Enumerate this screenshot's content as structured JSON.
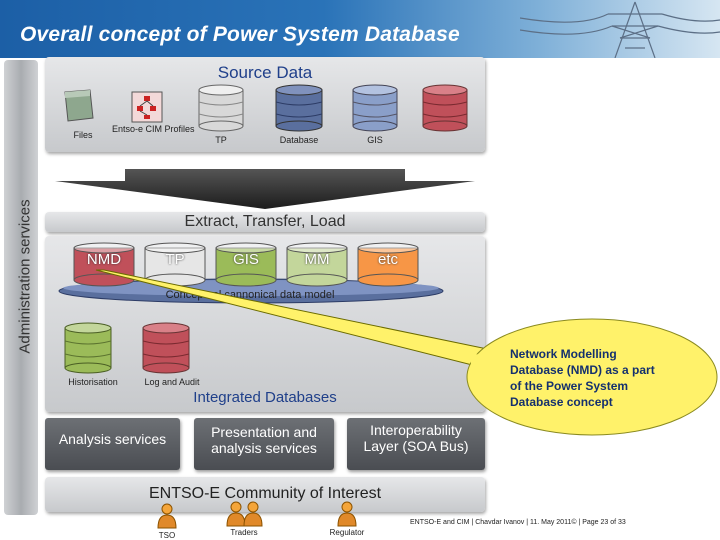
{
  "header": {
    "title": "Overall concept of Power System Database"
  },
  "sidebar": {
    "label": "Administration services"
  },
  "source_data": {
    "title": "Source Data",
    "items": [
      {
        "label": "Files",
        "icon": "file-icon"
      },
      {
        "label": "Entso-e CIM Profiles",
        "icon": "cim-profile-icon"
      },
      {
        "label": "TP",
        "icon": "database-cylinder-icon",
        "color": "#d8d8d8"
      },
      {
        "label": "Database",
        "icon": "database-cylinder-icon",
        "color": "#5a6f9e"
      },
      {
        "label": "GIS",
        "icon": "database-cylinder-icon",
        "color": "#8a9fc9"
      },
      {
        "label": "",
        "icon": "database-cylinder-icon",
        "color": "#c0505a"
      }
    ]
  },
  "etl": {
    "label": "Extract, Transfer, Load"
  },
  "canonical": {
    "model_label": "Conceptual cannonical data model",
    "databases": [
      {
        "label": "NMD",
        "color": "#c0505a"
      },
      {
        "label": "TP",
        "color": "#e6e6e6"
      },
      {
        "label": "GIS",
        "color": "#9bbb59"
      },
      {
        "label": "MM",
        "color": "#c3d69b"
      },
      {
        "label": "etc",
        "color": "#f79646"
      }
    ]
  },
  "integrated": {
    "title": "Integrated Databases",
    "historisation_label": "Historisation",
    "log_label": "Log and Audit"
  },
  "services": {
    "analysis": "Analysis services",
    "presentation_line1": "Presentation and",
    "presentation_line2": "analysis services",
    "interop_line1": "Interoperability",
    "interop_line2": "Layer (SOA Bus)"
  },
  "community": {
    "title": "ENTSO-E Community of Interest"
  },
  "actors": [
    {
      "label": "TSO"
    },
    {
      "label": "Traders"
    },
    {
      "label": "Regulator"
    }
  ],
  "callout": {
    "line1": "Network Modelling",
    "line2": "Database (NMD) as a part",
    "line3": "of the Power System",
    "line4": "Database concept"
  },
  "footer": {
    "text": "ENTSO-E and CIM | Chavdar Ivanov | 11. May 2011© | Page 23 of 33"
  },
  "colors": {
    "header": "#1c5fa6",
    "callout_fill": "#fff26a",
    "callout_text": "#14306e",
    "panel_title": "#1f3f8a"
  }
}
